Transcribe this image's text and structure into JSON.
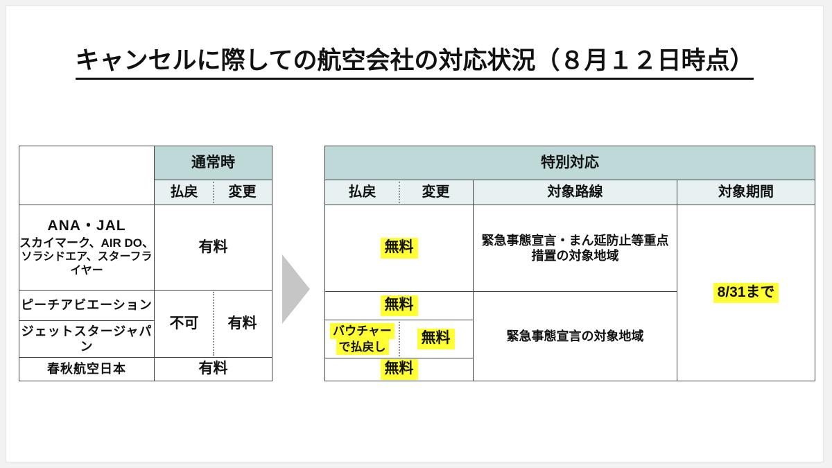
{
  "slide": {
    "title": "キャンセルに際しての航空会社の対応状況（８月１２日時点）",
    "arrow_icon": "right-triangle-arrow-icon",
    "accent_header_color": "#bfd8d8",
    "accent_subheader_color": "#e8f1f1",
    "highlight_color": "#ffff33",
    "border_color": "#3c4043",
    "arrow_color": "#c6c6c6"
  },
  "left_table": {
    "blank_header": "",
    "main_header": "通常時",
    "sub_headers": [
      "払戻",
      "変更"
    ],
    "rows": [
      {
        "airline_line1": "ANA・JAL",
        "airline_line2": "スカイマーク、AIR DO、",
        "airline_line3": "ソラシドエア、スターフライヤー",
        "refund": "有料",
        "change": "有料",
        "merged": true
      },
      {
        "airline_line1": "ピーチアビエーション",
        "airline_line2": "",
        "airline_line3": "",
        "refund": "不可",
        "change": "有料",
        "merged": false
      },
      {
        "airline_line1": "ジェットスタージャパン",
        "airline_line2": "",
        "airline_line3": "",
        "refund": "不可",
        "change": "有料",
        "merged": false
      },
      {
        "airline_line1": "春秋航空日本",
        "airline_line2": "",
        "airline_line3": "",
        "refund": "有料",
        "change": "有料",
        "merged": true
      }
    ],
    "merged_group_value": "不可",
    "merged_group_value2": "有料"
  },
  "right_table": {
    "main_header": "特別対応",
    "sub_headers": [
      "払戻",
      "変更",
      "対象路線",
      "対象期間"
    ],
    "rows": [
      {
        "refund": "無料",
        "change": "無料",
        "merged": true
      },
      {
        "refund": "無料",
        "change": "無料",
        "merged": true
      },
      {
        "refund_l1": "バウチャー",
        "refund_l2": "で払戻し",
        "change": "無料",
        "merged": false
      },
      {
        "refund": "無料",
        "change": "無料",
        "merged": true
      }
    ],
    "route_1": "緊急事態宣言・まん延防止等重点",
    "route_1b": "措置の対象地域",
    "route_2": "緊急事態宣言の対象地域",
    "period": "8/31まで"
  }
}
